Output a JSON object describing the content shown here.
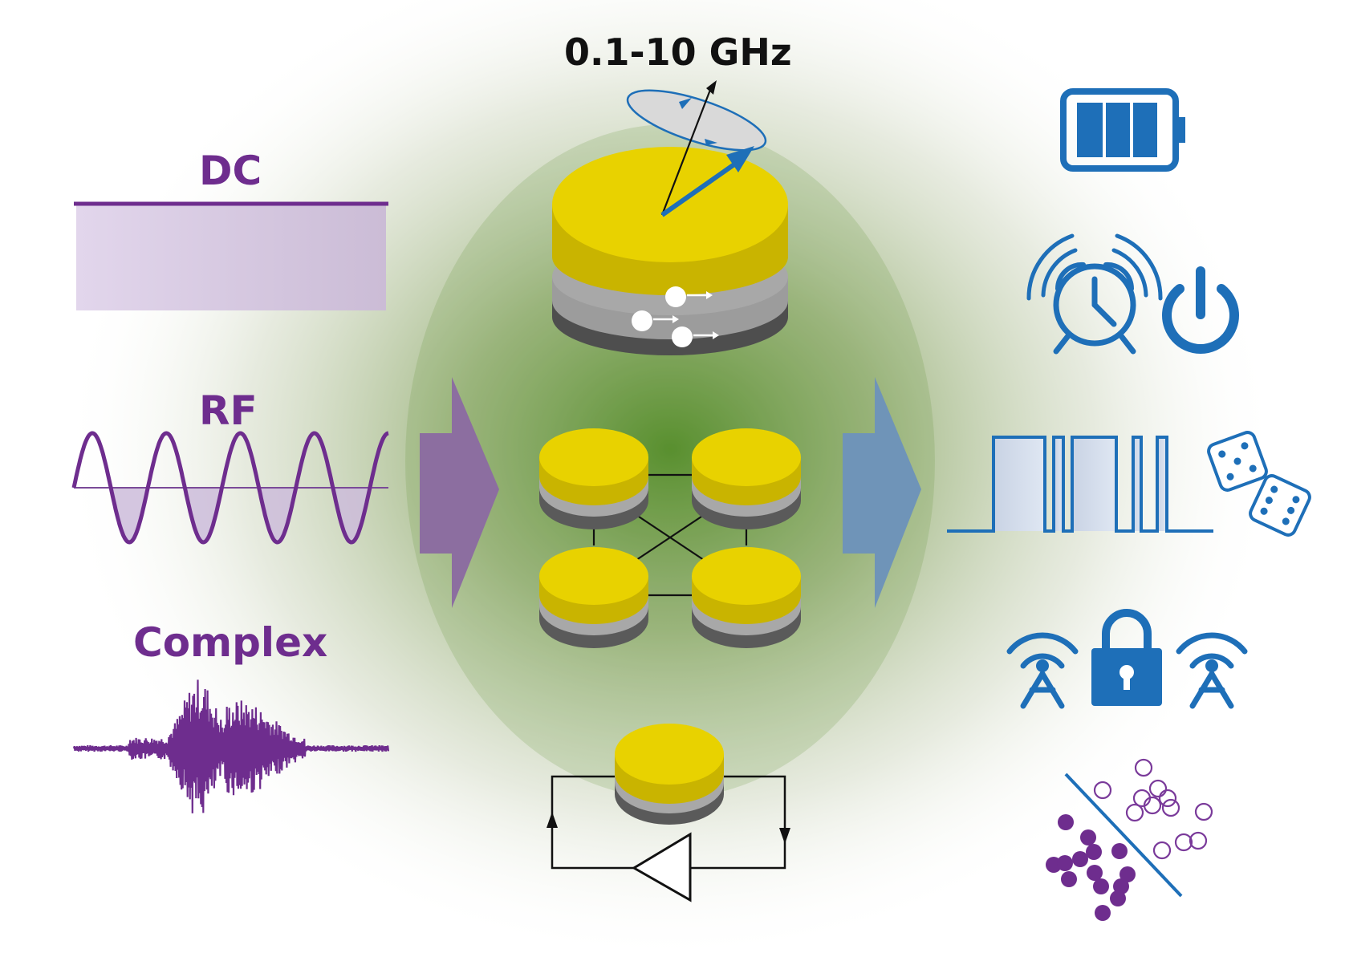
{
  "labels": {
    "frequency": "0.1-10 GHz",
    "dc": "DC",
    "rf": "RF",
    "complex": "Complex"
  },
  "inputs": [
    {
      "name": "dc-signal",
      "label_key": "dc"
    },
    {
      "name": "rf-signal",
      "label_key": "rf"
    },
    {
      "name": "complex-signal",
      "label_key": "complex"
    }
  ],
  "devices": [
    "single-spintronic-oscillator",
    "coupled-oscillator-network",
    "oscillator-feedback-loop"
  ],
  "applications": [
    "battery-icon",
    "alarm-clock-icon",
    "power-icon",
    "random-pulse-train",
    "dice-icon",
    "antenna-icon",
    "padlock-icon",
    "classification-icon"
  ],
  "colors": {
    "purple": "#6e2d8e",
    "purple_light": "#d9c9e6",
    "blue": "#1e6fb8",
    "blue_light": "#c7d6ea",
    "yellow": "#e8d200",
    "yellow_side": "#c9b400",
    "gray_light": "#a8a8a8",
    "gray_dark": "#5a5a5a",
    "green_glow": "#5b8a2e",
    "arrow_purple": "#8c6ea0",
    "arrow_blue": "#6f94b8"
  }
}
